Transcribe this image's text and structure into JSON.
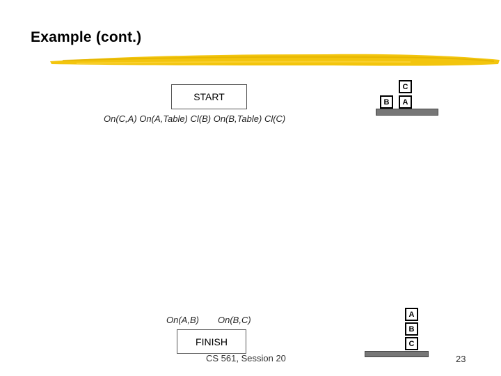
{
  "slide": {
    "title": "Example (cont.)",
    "accent_color": "#F2C200",
    "start_label": "START",
    "start_conditions": "On(C,A) On(A,Table) Cl(B) On(B,Table) Cl(C)",
    "finish_conditions_1": "On(A,B)",
    "finish_conditions_2": "On(B,C)",
    "finish_label": "FINISH",
    "initial_blocks": {
      "left": "B",
      "bottom": "A",
      "top": "C"
    },
    "goal_blocks": {
      "top": "A",
      "middle": "B",
      "bottom": "C"
    },
    "footer_text": "CS 561,  Session 20",
    "page_number": "23"
  }
}
